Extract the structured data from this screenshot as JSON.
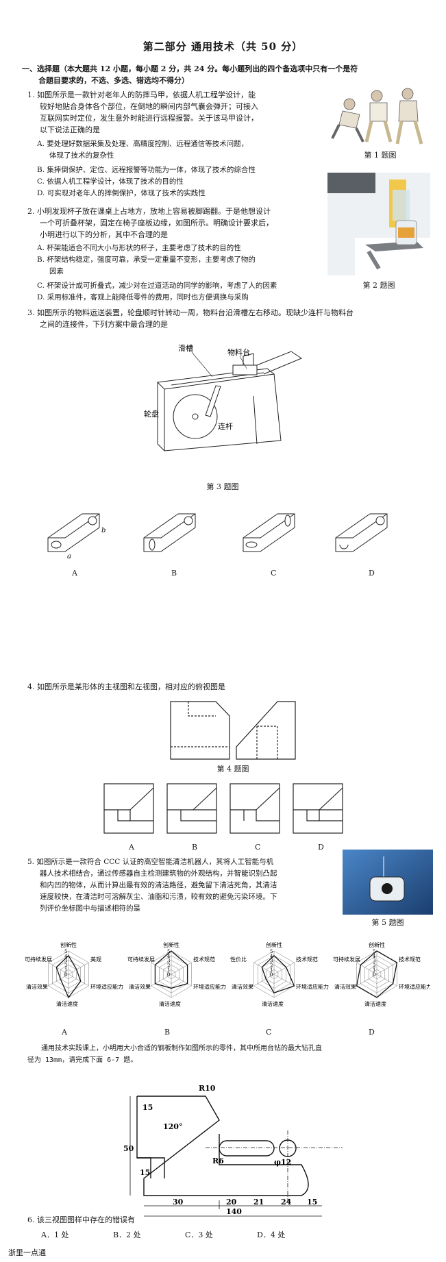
{
  "title": "第二部分 通用技术（共 50 分）",
  "section1": {
    "line1": "一、选择题（本大题共 12 小题，每小题 2 分，共 24 分。每小题列出的四个备选项中只有一个是符",
    "line2": "合题目要求的，不选、多选、错选均不得分）"
  },
  "q1": {
    "lines": [
      "1. 如图所示是一款针对老年人的防摔马甲，依据人机工程学设计，能",
      "较好地贴合身体各个部位，在倒地的瞬间内部气囊会弹开；可接入",
      "互联网实时定位，发生意外时能进行远程报警。关于该马甲设计，",
      "以下说法正确的是"
    ],
    "opts": [
      "A. 要处理好数据采集及处理、高精度控制、远程通信等技术问题，",
      "体现了技术的复杂性",
      "B. 集摔倒保护、定位、远程报警等功能为一体，体现了技术的综合性",
      "C. 依据人机工程学设计，体现了技术的目的性",
      "D. 可实现对老年人的摔倒保护，体现了技术的实践性"
    ],
    "caption": "第 1 题图"
  },
  "q2": {
    "lines": [
      "2. 小明发现杯子放在课桌上占地方，放地上容易被脚踢翻。于是他想设计",
      "一个可折叠杯架，固定在椅子座板边缘，如图所示。明确设计要求后，",
      "小明进行以下的分析，其中不合理的是"
    ],
    "opts": [
      "A. 杯架能适合不同大小与形状的杯子，主要考虑了技术的目的性",
      "B. 杯架结构稳定，强度可靠，承受一定重量不变形，主要考虑了物的",
      "因素",
      "C. 杯架设计成可折叠式，减少对在过道活动的同学的影响，考虑了人的因素",
      "D. 采用标准件，客观上能降低零件的费用，同时也方便调换与采购"
    ],
    "caption": "第 2 题图"
  },
  "q3": {
    "lines": [
      "3. 如图所示的物料运送装置，轮盘顺时针转动一周，物料台沿滑槽左右移动。现缺少连杆与物料台",
      "之间的连接件，下列方案中最合理的是"
    ],
    "labels": {
      "slot": "滑槽",
      "table": "物料台",
      "wheel": "轮盘",
      "rod": "连杆"
    },
    "caption": "第 3 题图",
    "choices": [
      "A",
      "B",
      "C",
      "D"
    ],
    "marks": {
      "a": "a",
      "b": "b"
    }
  },
  "q4": {
    "line": "4. 如图所示是某形体的主视图和左视图，相对应的俯视图是",
    "caption": "第 4 题图",
    "choices": [
      "A",
      "B",
      "C",
      "D"
    ]
  },
  "q5": {
    "lines": [
      "5. 如图所示是一款符合 CCC 认证的高空智能清洁机器人，其将人工智能与机",
      "器人技术相结合，通过传感器自主检测建筑物的外观结构，并智能识别凸起",
      "和内凹的物体，从而计算出最有效的清洁路径，避免留下清洁死角，其清洁",
      "速度较快，在清洁时可溶解灰尘、油脂和污渍，较有效的避免污染环境。下",
      "列评价坐标图中与描述相符的是"
    ],
    "caption": "第 5 题图",
    "charts": [
      {
        "choice": "A",
        "top": "创新性",
        "tr": "美观",
        "br": "环境适应能力",
        "bottom": "清洁速度",
        "bl": "清洁效果",
        "tl": "可持续发展",
        "values": [
          4,
          2,
          3,
          5,
          2,
          3
        ]
      },
      {
        "choice": "B",
        "top": "创新性",
        "tr": "技术规范",
        "br": "环境适应能力",
        "bottom": "清洁速度",
        "bl": "清洁效果",
        "tl": "可持续发展",
        "values": [
          5,
          4,
          4,
          3,
          4,
          4
        ]
      },
      {
        "choice": "C",
        "top": "创新性",
        "tr": "技术规范",
        "br": "环境适应能力",
        "bottom": "清洁速度",
        "bl": "清洁效果",
        "tl": "性价比",
        "values": [
          4,
          3,
          5,
          4,
          2,
          3
        ]
      },
      {
        "choice": "D",
        "top": "创新性",
        "tr": "技术规范",
        "br": "环境适应能力",
        "bottom": "清洁速度",
        "bl": "清洁效果",
        "tl": "可持续发展",
        "values": [
          5,
          5,
          4,
          5,
          5,
          4
        ]
      }
    ],
    "axis_ticks": [
      "5",
      "4",
      "3",
      "2",
      "1",
      "0"
    ]
  },
  "intro67": {
    "line1": "通用技术实践课上，小明用大小合适的钢板制作如图所示的零件，其中所用台钻的最大钻孔直",
    "line2": "径为 13mm，请完成下面 6-7 题。"
  },
  "drawing": {
    "dims": [
      "R10",
      "15",
      "120°",
      "50",
      "15",
      "R6",
      "φ12",
      "30",
      "20",
      "21",
      "24",
      "15",
      "140"
    ]
  },
  "q6": {
    "line": "6. 该三视图图样中存在的错误有",
    "opts": [
      "A．1 处",
      "B．2 处",
      "C．3 处",
      "D．4 处"
    ]
  },
  "footer": "浙里一点通"
}
